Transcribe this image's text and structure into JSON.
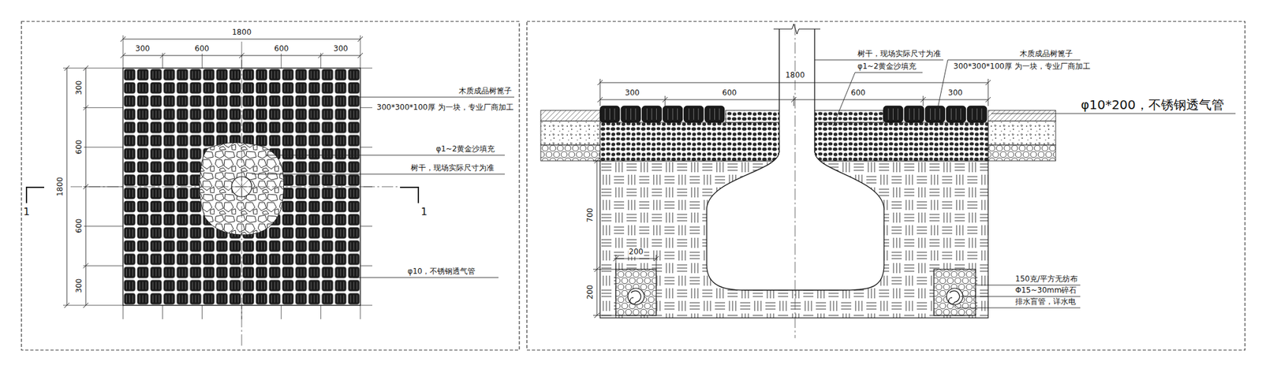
{
  "diagram": {
    "labels": [
      "1800",
      "300",
      "600",
      "600",
      "300",
      "1800",
      "300",
      "600",
      "600",
      "300",
      "木质成品树篦子",
      "300*300*100厚 为一块，专业厂商加工",
      "φ1~2黄金沙填充",
      "树干，现场实际尺寸为准",
      "φ10，不锈钢透气管",
      "1",
      "1",
      "树干，现场实际尺寸为准",
      "φ1~2黄金沙填充",
      "木质成品树篦子",
      "300*300*100厚 为一块，专业厂商加工",
      "1800",
      "300",
      "600",
      "600",
      "300",
      "φ10*200，不锈钢透气管",
      "700",
      "200",
      "200",
      "150克/平方无纺布",
      "Φ15~30mm碎石",
      "排水盲管，详水电"
    ]
  }
}
